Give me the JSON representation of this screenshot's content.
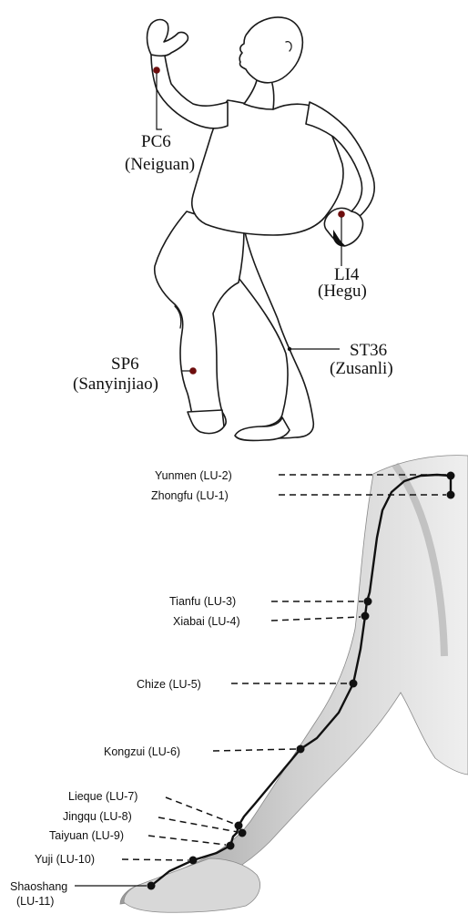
{
  "colors": {
    "point_red": "#6e0d0d",
    "ink": "#111111",
    "skin_shade": "#c9c9c9"
  },
  "body_points": {
    "pc6": {
      "code": "PC6",
      "name": "(Neiguan)"
    },
    "li4": {
      "code": "LI4",
      "name": "(Hegu)"
    },
    "sp6": {
      "code": "SP6",
      "name": "(Sanyinjiao)"
    },
    "st36": {
      "code": "ST36",
      "name": "(Zusanli)"
    }
  },
  "lung_meridian": {
    "points": [
      {
        "label": "Yunmen (LU-2)"
      },
      {
        "label": "Zhongfu (LU-1)"
      },
      {
        "label": "Tianfu (LU-3)"
      },
      {
        "label": "Xiabai (LU-4)"
      },
      {
        "label": "Chize (LU-5)"
      },
      {
        "label": "Kongzui (LU-6)"
      },
      {
        "label": "Lieque (LU-7)"
      },
      {
        "label": "Jingqu (LU-8)"
      },
      {
        "label": "Taiyuan (LU-9)"
      },
      {
        "label": "Yuji (LU-10)"
      },
      {
        "label": "Shaoshang"
      },
      {
        "label": "(LU-11)"
      }
    ]
  }
}
